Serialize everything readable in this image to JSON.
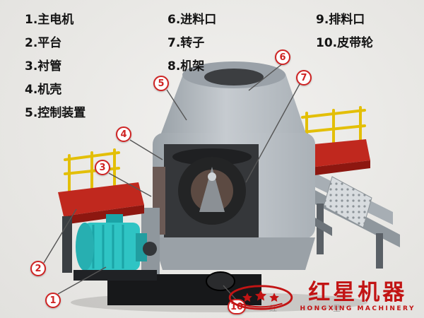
{
  "legend": {
    "col1": [
      "1.主电机",
      "2.平台",
      "3.衬管",
      "4.机壳",
      "5.控制装置"
    ],
    "col2": [
      "6.进料口",
      "7.转子",
      "8.机架"
    ],
    "col3": [
      "9.排料口",
      "10.皮带轮"
    ]
  },
  "callouts": {
    "c1": "1",
    "c2": "2",
    "c3": "3",
    "c4": "4",
    "c5": "5",
    "c6": "6",
    "c7": "7",
    "c10": "10"
  },
  "logo": {
    "name_cn": "红星机器",
    "name_en": "HONGXING MACHINERY",
    "watermark_left": "红",
    "watermark_right": "星"
  },
  "colors": {
    "callout_red": "#cf2424",
    "platform_red": "#c0281e",
    "motor_teal": "#2fc4c4",
    "railing_yellow": "#e3bf07",
    "body_gray": "#b3bac0",
    "interior_dark": "#35373a",
    "logo_red": "#c21414"
  }
}
